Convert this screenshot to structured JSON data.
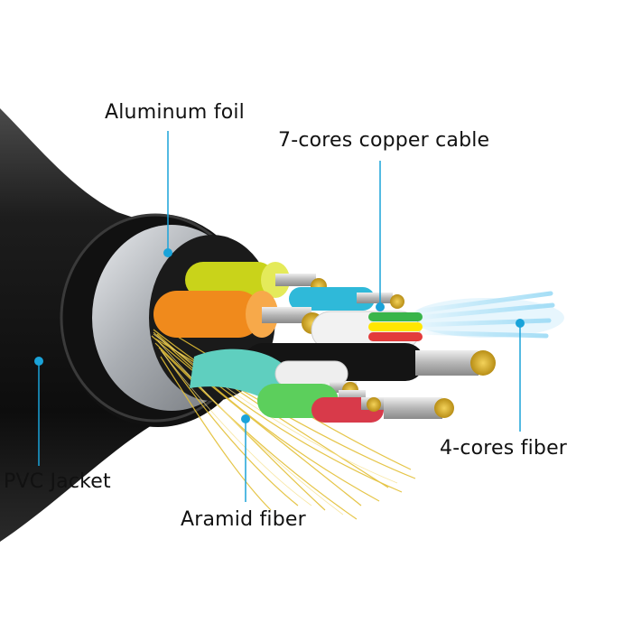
{
  "labels": {
    "aluminum_foil": "Aluminum foil",
    "copper_cable": "7-cores copper cable",
    "fiber": "4-cores fiber",
    "pvc_jacket": "PVC Jacket",
    "aramid_fiber": "Aramid fiber"
  },
  "colors": {
    "leader_line": "#1aa3d9",
    "jacket": "#1b1b1b",
    "foil": "#b9bcc0",
    "aramid": "#e8c53a",
    "copper": "#c9a227",
    "fiber_glow": "#8fd6f5"
  }
}
